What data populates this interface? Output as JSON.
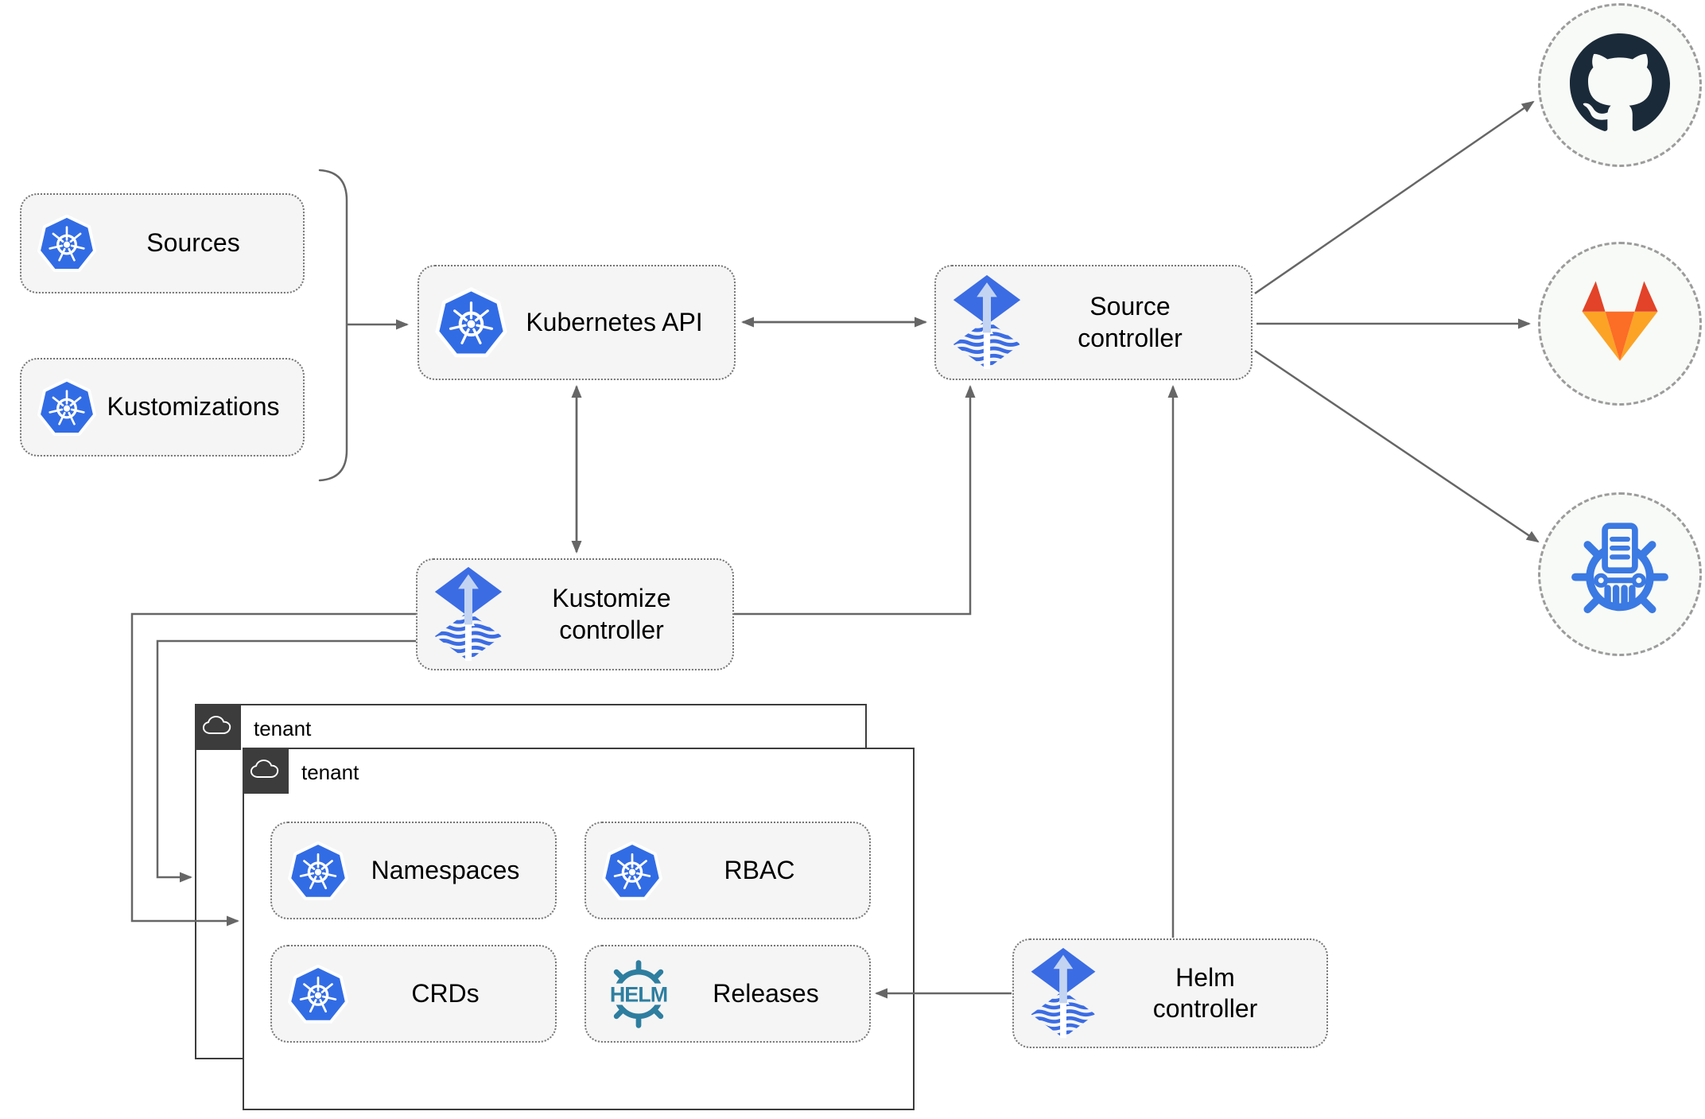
{
  "diagram_type": "architecture",
  "helm_logo_text": "HELM",
  "nodes": {
    "sources": {
      "label": "Sources",
      "icon": "kubernetes-icon"
    },
    "kustomizations": {
      "label": "Kustomizations",
      "icon": "kubernetes-icon"
    },
    "kubernetes_api": {
      "label": "Kubernetes API",
      "icon": "kubernetes-icon"
    },
    "source_controller": {
      "label": "Source controller",
      "icon": "flux-icon"
    },
    "kustomize_controller": {
      "label": "Kustomize controller",
      "icon": "flux-icon"
    },
    "helm_controller": {
      "label": "Helm controller",
      "icon": "flux-icon"
    },
    "namespaces": {
      "label": "Namespaces",
      "icon": "kubernetes-icon"
    },
    "rbac": {
      "label": "RBAC",
      "icon": "kubernetes-icon"
    },
    "crds": {
      "label": "CRDs",
      "icon": "kubernetes-icon"
    },
    "releases": {
      "label": "Releases",
      "icon": "helm-icon"
    }
  },
  "groups": {
    "tenant_back": {
      "label": "tenant",
      "icon": "cloud-icon"
    },
    "tenant_front": {
      "label": "tenant",
      "icon": "cloud-icon"
    }
  },
  "externals": {
    "github": {
      "icon": "github-icon"
    },
    "gitlab": {
      "icon": "gitlab-icon"
    },
    "helm_repository": {
      "icon": "chartmuseum-icon"
    }
  },
  "edges": [
    {
      "from": "sources+kustomizations",
      "to": "kubernetes_api",
      "style": "arrow"
    },
    {
      "from": "kubernetes_api",
      "to": "source_controller",
      "style": "bidirectional"
    },
    {
      "from": "kubernetes_api",
      "to": "kustomize_controller",
      "style": "bidirectional"
    },
    {
      "from": "kustomize_controller",
      "to": "source_controller",
      "style": "arrow"
    },
    {
      "from": "helm_controller",
      "to": "source_controller",
      "style": "arrow"
    },
    {
      "from": "helm_controller",
      "to": "releases",
      "style": "arrow"
    },
    {
      "from": "kustomize_controller",
      "to": "tenant_front",
      "style": "arrow"
    },
    {
      "from": "kustomize_controller",
      "to": "tenant_back",
      "style": "arrow"
    },
    {
      "from": "source_controller",
      "to": "github",
      "style": "arrow"
    },
    {
      "from": "source_controller",
      "to": "gitlab",
      "style": "arrow"
    },
    {
      "from": "source_controller",
      "to": "helm_repository",
      "style": "arrow"
    }
  ],
  "colors": {
    "kubernetes_blue": "#326ce5",
    "flux_blue": "#3b6ce4",
    "flux_arrow_light": "#c3d4f2",
    "helm_teal": "#2e7ea0",
    "github_dark": "#1b2a38",
    "gitlab_dark_orange": "#e24329",
    "gitlab_orange": "#fc6d26",
    "gitlab_light_orange": "#fca326",
    "chartmuseum_blue": "#3b79e3",
    "edge_gray": "#666666",
    "node_fill": "#f5f5f5",
    "node_border": "#757575",
    "tenant_border": "#3c3c3c",
    "circle_fill": "#f8faf7",
    "circle_border": "#9c9c9c"
  }
}
